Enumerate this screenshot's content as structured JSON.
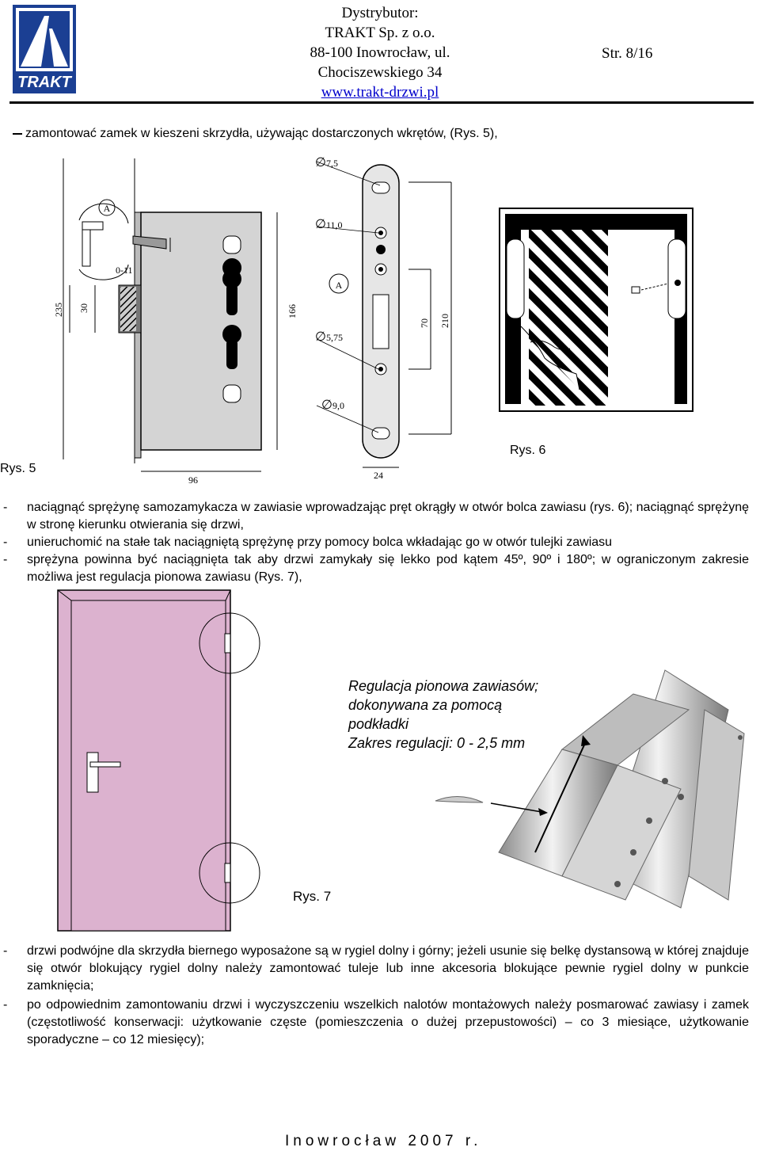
{
  "header": {
    "logo_text": "TRAKT",
    "distributor_label": "Dystrybutor:",
    "company": "TRAKT Sp. z o.o.",
    "address_line1": "88-100 Inowrocław, ul.",
    "address_line2": "Chociszewskiego 34",
    "website": "www.trakt-drzwi.pl",
    "page_number": "Str. 8/16"
  },
  "intro_line": "zamontować zamek w kieszeni skrzydła, używając dostarczonych wkrętów, (Rys. 5),",
  "figures": {
    "rys5": "Rys. 5",
    "rys6": "Rys. 6",
    "rys7": "Rys. 7",
    "dims": {
      "d1": "7,5",
      "d2": "11,0",
      "d3": "5,75",
      "d4": "9,0",
      "a_label": "A",
      "range": "0-11",
      "h235": "235",
      "h30": "30",
      "h166": "166",
      "h70": "70",
      "h210": "210",
      "w96": "96",
      "w24": "24"
    },
    "hinge_caption": [
      "Regulacja pionowa zawiasów;",
      "dokonywana za pomocą",
      "podkładki",
      "Zakres regulacji: 0 - 2,5 mm"
    ]
  },
  "bullets_a": [
    "-",
    "naciągnąć sprężynę samozamykacza w zawiasie wprowadzając pręt okrągły w otwór bolca zawiasu (rys. 6); naciągnąć sprężynę w stronę kierunku otwierania się drzwi,",
    "unieruchomić na stałe tak naciągniętą sprężynę przy pomocy bolca wkładając go w otwór tulejki zawiasu",
    "sprężyna powinna być naciągnięta tak aby drzwi zamykały się lekko pod kątem 45º, 90º  i 180º; w ograniczonym zakresie możliwa jest regulacja pionowa zawiasu (Rys. 7),"
  ],
  "bullets_b": [
    "drzwi podwójne dla skrzydła biernego wyposażone są w rygiel dolny i górny; jeżeli usunie się belkę dystansową w której znajduje się otwór blokujący rygiel dolny należy zamontować tuleje lub inne akcesoria blokujące pewnie rygiel dolny w punkcie zamknięcia;",
    "po odpowiednim zamontowaniu drzwi i wyczyszczeniu wszelkich nalotów montażowych należy posmarować zawiasy i zamek (częstotliwość konserwacji: użytkowanie częste (pomieszczenia o dużej przepustowości) – co 3 miesiące, użytkowanie sporadyczne – co 12 miesięcy);"
  ],
  "footer": "Inowrocław 2007 r.",
  "colors": {
    "door_fill": "#dcb2cf",
    "lock_body": "#d4d4d4",
    "link": "#0000cc"
  }
}
